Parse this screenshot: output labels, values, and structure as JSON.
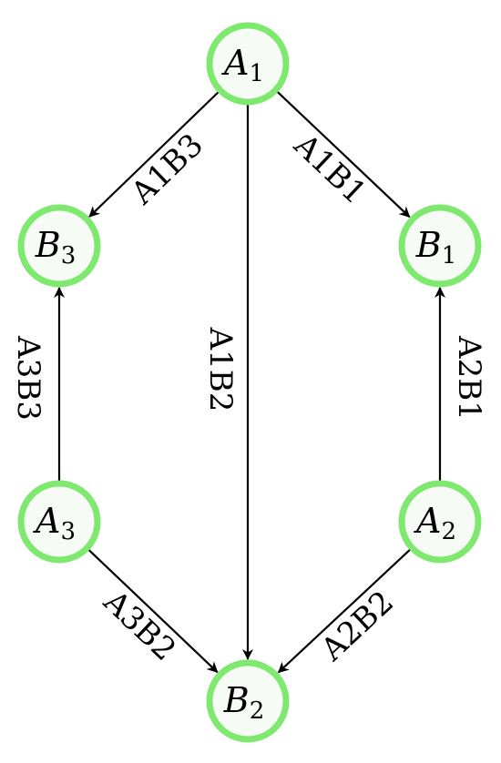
{
  "colors": {
    "node_stroke": "#7ee86f",
    "node_fill": "#f6fcf5",
    "edge": "#000000"
  },
  "nodes": [
    {
      "id": "A1",
      "letter": "A",
      "sub": "1"
    },
    {
      "id": "B3",
      "letter": "B",
      "sub": "3"
    },
    {
      "id": "B1",
      "letter": "B",
      "sub": "1"
    },
    {
      "id": "A3",
      "letter": "A",
      "sub": "3"
    },
    {
      "id": "A2",
      "letter": "A",
      "sub": "2"
    },
    {
      "id": "B2",
      "letter": "B",
      "sub": "2"
    }
  ],
  "edges": [
    {
      "from": "A1",
      "to": "B3",
      "label": "A1B3"
    },
    {
      "from": "A1",
      "to": "B1",
      "label": "A1B1"
    },
    {
      "from": "A1",
      "to": "B2",
      "label": "A1B2"
    },
    {
      "from": "A3",
      "to": "B3",
      "label": "A3B3"
    },
    {
      "from": "A2",
      "to": "B1",
      "label": "A2B1"
    },
    {
      "from": "A3",
      "to": "B2",
      "label": "A3B2"
    },
    {
      "from": "A2",
      "to": "B2",
      "label": "A2B2"
    }
  ]
}
